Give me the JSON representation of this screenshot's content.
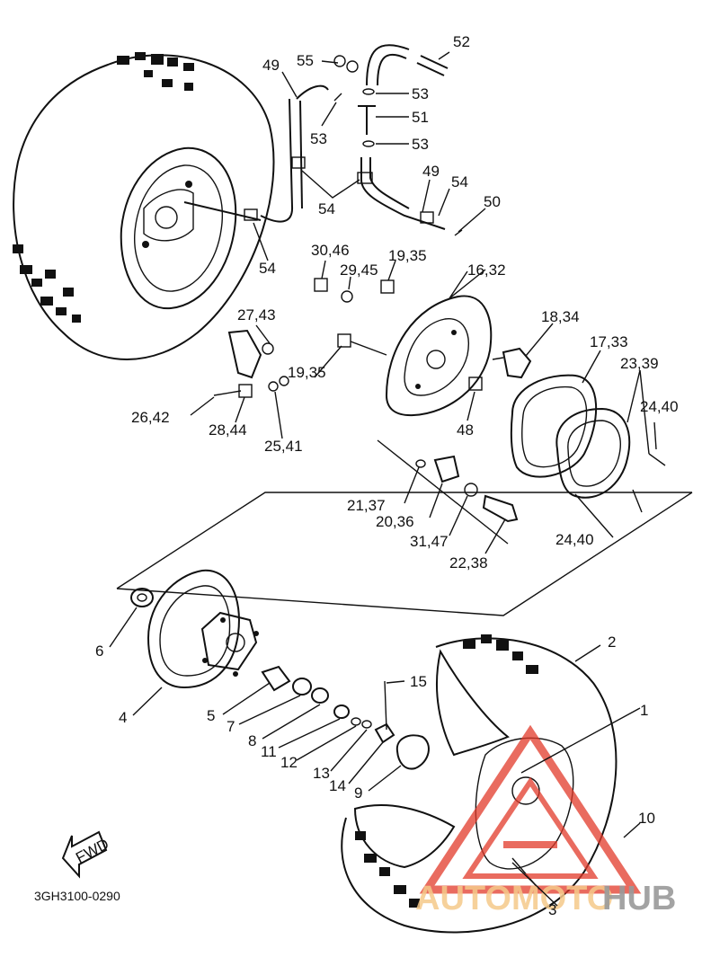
{
  "callouts": [
    {
      "id": "c52",
      "text": "52"
    },
    {
      "id": "c55",
      "text": "55"
    },
    {
      "id": "c49a",
      "text": "49"
    },
    {
      "id": "c53a",
      "text": "53"
    },
    {
      "id": "c51",
      "text": "51"
    },
    {
      "id": "c53b",
      "text": "53"
    },
    {
      "id": "c53c",
      "text": "53"
    },
    {
      "id": "c49b",
      "text": "49"
    },
    {
      "id": "c54a",
      "text": "54"
    },
    {
      "id": "c50",
      "text": "50"
    },
    {
      "id": "c54b",
      "text": "54"
    },
    {
      "id": "c54c",
      "text": "54"
    },
    {
      "id": "c3046",
      "text": "30,46"
    },
    {
      "id": "c1935a",
      "text": "19,35"
    },
    {
      "id": "c2945",
      "text": "29,45"
    },
    {
      "id": "c1632",
      "text": "16,32"
    },
    {
      "id": "c2743",
      "text": "27,43"
    },
    {
      "id": "c1834",
      "text": "18,34"
    },
    {
      "id": "c1733",
      "text": "17,33"
    },
    {
      "id": "c2339",
      "text": "23,39"
    },
    {
      "id": "c1935b",
      "text": "19,35"
    },
    {
      "id": "c2440a",
      "text": "24,40"
    },
    {
      "id": "c2642",
      "text": "26,42"
    },
    {
      "id": "c2844",
      "text": "28,44"
    },
    {
      "id": "c48",
      "text": "48"
    },
    {
      "id": "c2541",
      "text": "25,41"
    },
    {
      "id": "c2137",
      "text": "21,37"
    },
    {
      "id": "c2036",
      "text": "20,36"
    },
    {
      "id": "c3147",
      "text": "31,47"
    },
    {
      "id": "c2238",
      "text": "22,38"
    },
    {
      "id": "c2440b",
      "text": "24,40"
    },
    {
      "id": "c6",
      "text": "6"
    },
    {
      "id": "c2",
      "text": "2"
    },
    {
      "id": "c15",
      "text": "15"
    },
    {
      "id": "c1",
      "text": "1"
    },
    {
      "id": "c4",
      "text": "4"
    },
    {
      "id": "c5",
      "text": "5"
    },
    {
      "id": "c7",
      "text": "7"
    },
    {
      "id": "c8",
      "text": "8"
    },
    {
      "id": "c11",
      "text": "11"
    },
    {
      "id": "c12",
      "text": "12"
    },
    {
      "id": "c13",
      "text": "13"
    },
    {
      "id": "c14",
      "text": "14"
    },
    {
      "id": "c9",
      "text": "9"
    },
    {
      "id": "c10",
      "text": "10"
    },
    {
      "id": "c3",
      "text": "3"
    }
  ],
  "fwd_label": "FWD",
  "diagram_code": "3GH3100-0290",
  "watermark": {
    "part1": "AUTOMOTO",
    "part2": "HUB",
    "color1": "#f5c98a",
    "color2": "#9a9a9a",
    "logo_color": "#e23a2a"
  }
}
